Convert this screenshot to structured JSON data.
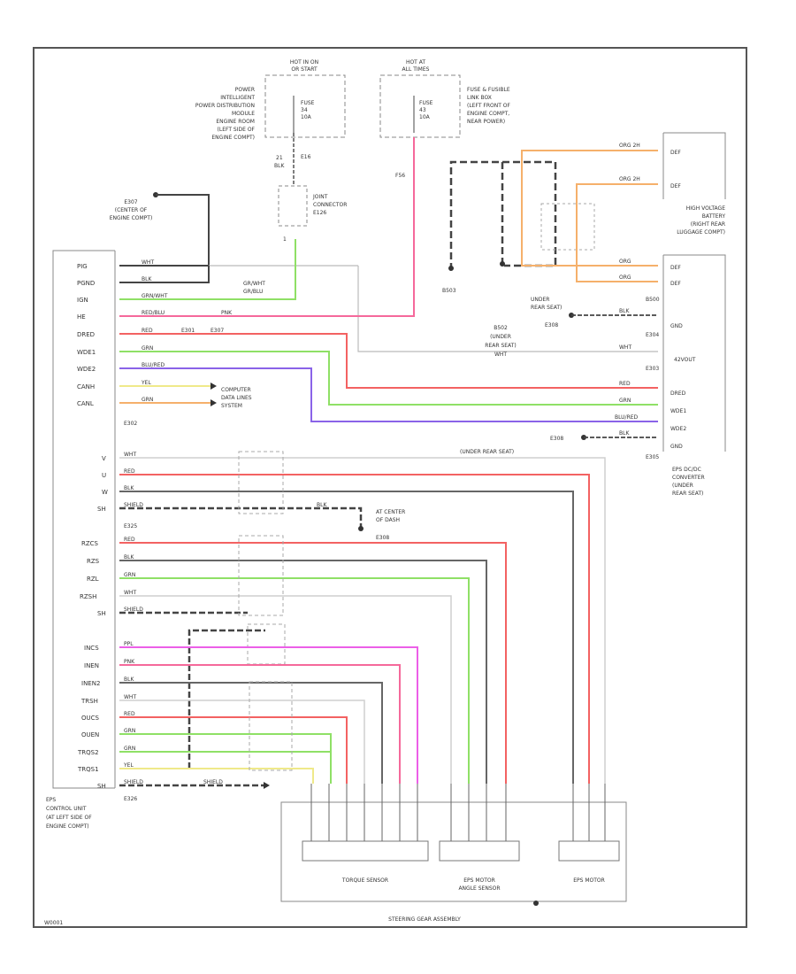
{
  "hot_in_on": [
    "HOT IN ON",
    "OR START"
  ],
  "hot_at_all": [
    "HOT AT",
    "ALL TIMES"
  ],
  "ipdm": [
    "POWER",
    "INTELLIGENT",
    "POWER DISTRIBUTION",
    "MODULE",
    "ENGINE ROOM",
    "(LEFT SIDE OF",
    "ENGINE COMPT)"
  ],
  "fuse_left": [
    "FUSE",
    "34",
    "10A"
  ],
  "fuse_right": [
    "FUSE",
    "43",
    "10A"
  ],
  "fuse_box": [
    "FUSE & FUSIBLE",
    "LINK BOX",
    "(LEFT FRONT OF",
    "ENGINE COMPT,",
    "NEAR POWER)"
  ],
  "e16": "E16",
  "blk_21": [
    "21",
    "BLK"
  ],
  "joint_connector": [
    "JOINT",
    "CONNECTOR",
    "E126"
  ],
  "joint_pin": "1",
  "f56": "F56",
  "e307": [
    "E307",
    "(CENTER OF",
    "ENGINE COMPT)"
  ],
  "b503": "B503",
  "b502": [
    "B502",
    "(UNDER",
    "REAR SEAT)"
  ],
  "under_rear_1": [
    "UNDER",
    "REAR SEAT)",
    "E308"
  ],
  "hv_battery": [
    "HIGH VOLTAGE",
    "BATTERY",
    "(RIGHT REAR",
    "LUGGAGE COMPT)"
  ],
  "hv_pins_top": [
    "DEF",
    "DEF"
  ],
  "hv_wires_top": [
    "ORG 2H",
    "ORG 2H"
  ],
  "dcdc_pins": [
    "DEF",
    "DEF",
    "GND",
    "42VOUT",
    "DRED",
    "WDE1",
    "WDE2",
    "GND"
  ],
  "dcdc_wires": [
    "ORG",
    "ORG",
    "BLK",
    "WHT",
    "RED",
    "GRN",
    "BLU/RED",
    "BLK"
  ],
  "dcdc_conn": [
    "B500",
    "E304",
    "E303",
    "E305"
  ],
  "dcdc_label": [
    "EPS DC/DC",
    "CONVERTER",
    "(UNDER",
    "REAR SEAT)"
  ],
  "e308_ground": [
    "E308",
    "(UNDER REAR SEAT)"
  ],
  "eps_pins_a": [
    "PIG",
    "PGND",
    "IGN",
    "HE",
    "DRED",
    "WDE1",
    "WDE2",
    "CANH",
    "CANL"
  ],
  "eps_wires_a": [
    "WHT",
    "BLK",
    "GRN/WHT",
    "RED/BLU",
    "RED",
    "GRN",
    "BLU/RED",
    "YEL",
    "GRN"
  ],
  "gr_wht_label": [
    "GR/WHT",
    "GR/BLU"
  ],
  "pnk": "PNK",
  "e301_e307": [
    "E301",
    "E307"
  ],
  "computer_data": [
    "COMPUTER",
    "DATA LINES",
    "SYSTEM"
  ],
  "e302": "E302",
  "eps_pins_b": [
    "V",
    "U",
    "W",
    "SH"
  ],
  "eps_wires_b": [
    "WHT",
    "RED",
    "BLK",
    "SHIELD"
  ],
  "blk_tag": "BLK",
  "at_center": [
    "AT CENTER",
    "OF DASH",
    "E308"
  ],
  "e325": "E325",
  "eps_pins_c": [
    "RZCS",
    "RZS",
    "RZL",
    "RZSH",
    "SH"
  ],
  "eps_wires_c": [
    "RED",
    "BLK",
    "GRN",
    "WHT",
    "SHIELD"
  ],
  "eps_pins_d": [
    "INCS",
    "INEN",
    "INEN2",
    "TRSH",
    "OUCS",
    "OUEN",
    "TRQS2",
    "TRQS1",
    "SH"
  ],
  "eps_wires_d": [
    "PPL",
    "PNK",
    "BLK",
    "WHT",
    "RED",
    "GRN",
    "GRN",
    "YEL",
    "SHIELD"
  ],
  "shield_tag": "SHIELD",
  "e326": "E326",
  "eps_unit": [
    "EPS",
    "CONTROL UNIT",
    "(AT LEFT SIDE OF",
    "ENGINE COMPT)"
  ],
  "torque_sensor": "TORQUE SENSOR",
  "angle_sensor": [
    "EPS MOTOR",
    "ANGLE SENSOR"
  ],
  "eps_motor": "EPS MOTOR",
  "steering_gear": "STEERING GEAR ASSEMBLY",
  "footer": "W0001",
  "colors": {
    "red": "#f36262",
    "pink": "#f5699b",
    "green": "#8fe066",
    "purple": "#8a63e8",
    "yellow": "#efe98a",
    "orange": "#f5b06b",
    "magenta": "#ec5fe8",
    "dark": "#4a4a4a",
    "gray": "#bfbfbf"
  }
}
